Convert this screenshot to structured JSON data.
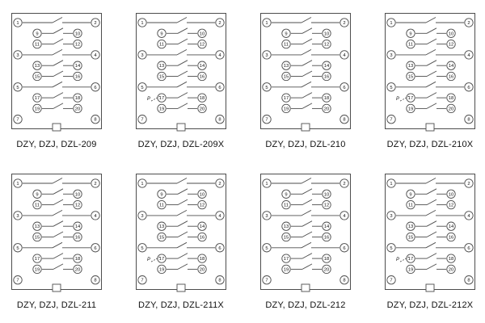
{
  "page": {
    "background": "#ffffff",
    "line_color": "#4d4d4d",
    "text_color": "#111111"
  },
  "panel_rows": [
    {
      "left": "1",
      "right": "2",
      "outer": true
    },
    {
      "left": "9",
      "right": "10",
      "outer": false
    },
    {
      "left": "11",
      "right": "12",
      "outer": false
    },
    {
      "left": "3",
      "right": "4",
      "outer": true
    },
    {
      "left": "13",
      "right": "14",
      "outer": false
    },
    {
      "left": "15",
      "right": "16",
      "outer": false
    },
    {
      "left": "5",
      "right": "6",
      "outer": true
    },
    {
      "left": "17",
      "right": "18",
      "outer": false
    },
    {
      "left": "19",
      "right": "20",
      "outer": false
    },
    {
      "left": "7",
      "right": "8",
      "outer": true
    }
  ],
  "p_marker_label": "P",
  "panels": [
    {
      "label": "DZY, DZJ, DZL-209",
      "p_marker": false,
      "p_row": 7
    },
    {
      "label": "DZY, DZJ, DZL-209X",
      "p_marker": true,
      "p_row": 7
    },
    {
      "label": "DZY, DZJ, DZL-210",
      "p_marker": false,
      "p_row": 7
    },
    {
      "label": "DZY, DZJ, DZL-210X",
      "p_marker": true,
      "p_row": 7
    },
    {
      "label": "DZY, DZJ, DZL-211",
      "p_marker": false,
      "p_row": 7
    },
    {
      "label": "DZY, DZJ, DZL-211X",
      "p_marker": true,
      "p_row": 7
    },
    {
      "label": "DZY, DZJ, DZL-212",
      "p_marker": false,
      "p_row": 7
    },
    {
      "label": "DZY, DZJ, DZL-212X",
      "p_marker": true,
      "p_row": 7
    }
  ]
}
